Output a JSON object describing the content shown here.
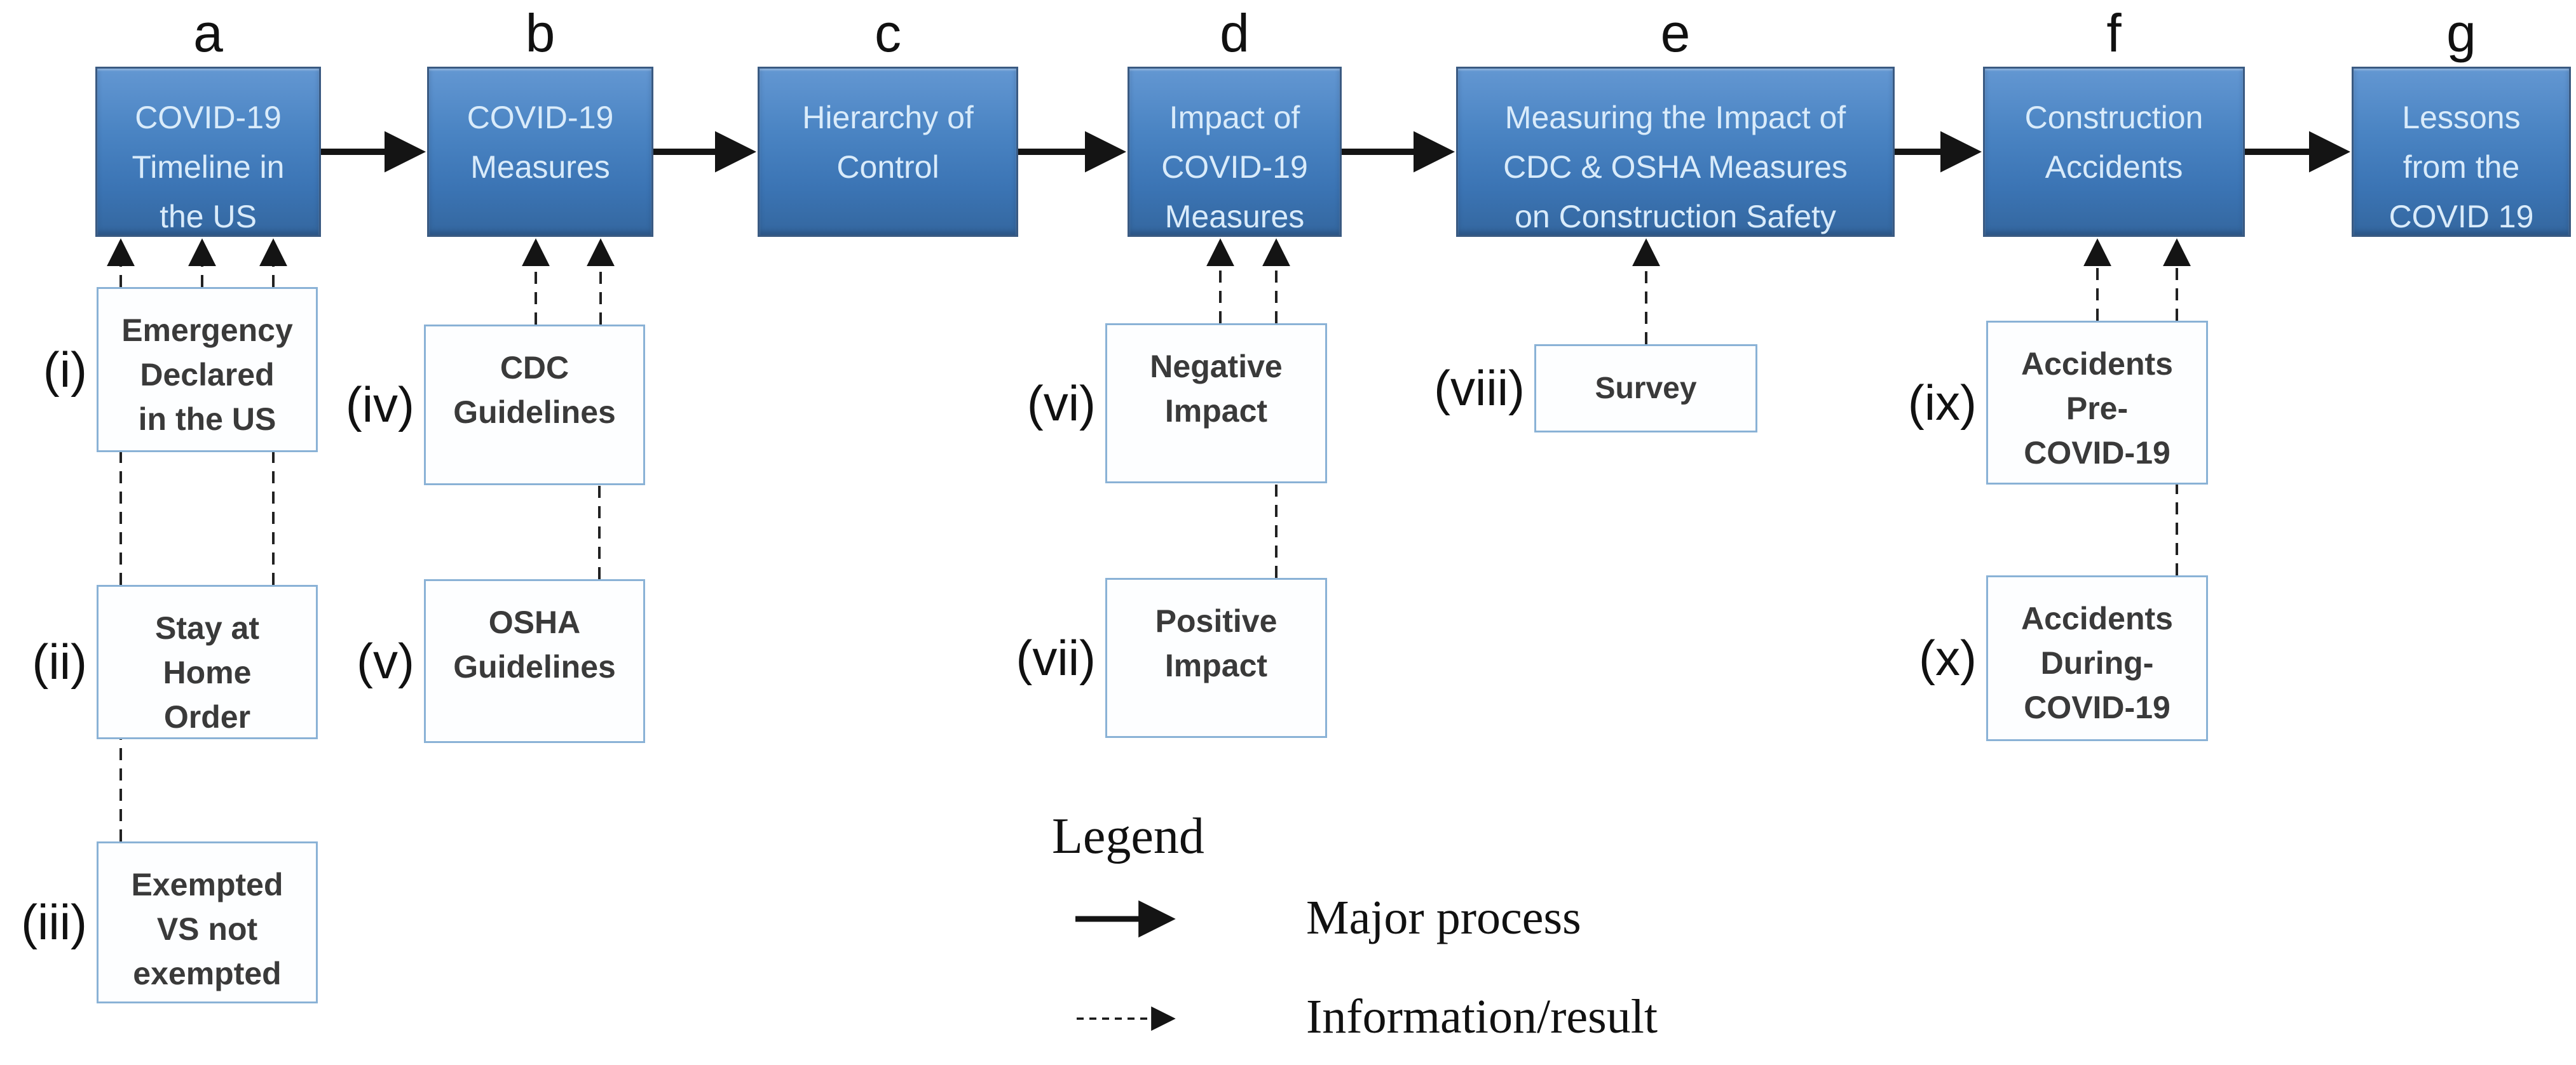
{
  "diagram": {
    "stages": [
      {
        "letter": "a",
        "label": "COVID-19\nTimeline in\nthe US"
      },
      {
        "letter": "b",
        "label": "COVID-19\nMeasures"
      },
      {
        "letter": "c",
        "label": "Hierarchy of\nControl"
      },
      {
        "letter": "d",
        "label": "Impact of\nCOVID-19\nMeasures"
      },
      {
        "letter": "e",
        "label": "Measuring the Impact of\nCDC & OSHA Measures\non Construction Safety"
      },
      {
        "letter": "f",
        "label": "Construction\nAccidents"
      },
      {
        "letter": "g",
        "label": "Lessons\nfrom the\nCOVID 19"
      }
    ],
    "info_boxes": [
      {
        "numeral": "(i)",
        "label": "Emergency\nDeclared\nin the US"
      },
      {
        "numeral": "(ii)",
        "label": "Stay at\nHome\nOrder"
      },
      {
        "numeral": "(iii)",
        "label": "Exempted\nVS not\nexempted"
      },
      {
        "numeral": "(iv)",
        "label": "CDC\nGuidelines"
      },
      {
        "numeral": "(v)",
        "label": "OSHA\nGuidelines"
      },
      {
        "numeral": "(vi)",
        "label": "Negative\nImpact"
      },
      {
        "numeral": "(vii)",
        "label": "Positive\nImpact"
      },
      {
        "numeral": "(viii)",
        "label": "Survey"
      },
      {
        "numeral": "(ix)",
        "label": "Accidents\nPre-\nCOVID-19"
      },
      {
        "numeral": "(x)",
        "label": "Accidents\nDuring-\nCOVID-19"
      }
    ],
    "legend": {
      "title": "Legend",
      "items": [
        {
          "style": "solid",
          "label": "Major process"
        },
        {
          "style": "dashed",
          "label": "Information/result"
        }
      ]
    },
    "colors": {
      "stage_top": "#6397d2",
      "stage_bottom": "#34679f",
      "stage_border": "#3a5a82",
      "stage_text": "#d9ebfa",
      "info_border": "#8ab2d6",
      "info_text": "#3a3a3a",
      "arrow": "#141414"
    }
  }
}
